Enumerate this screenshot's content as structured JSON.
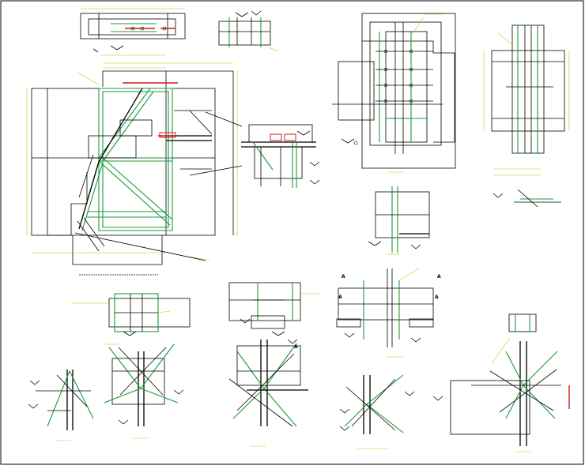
{
  "drawing": {
    "border_color": "#000000",
    "line_color": "#000000",
    "member_color": "#1a9a3a",
    "dimension_color": "#c8c800",
    "highlight_color": "#d01818",
    "section_markers": [
      "A",
      "A",
      "A",
      "A",
      "A"
    ]
  },
  "views": [
    {
      "id": "top-plan-view"
    },
    {
      "id": "small-section-view"
    },
    {
      "id": "main-elevation-view"
    },
    {
      "id": "bracket-detail-view"
    },
    {
      "id": "column-plan-view"
    },
    {
      "id": "right-plan-view"
    },
    {
      "id": "mid-small-detail-view"
    },
    {
      "id": "node-detail-1"
    },
    {
      "id": "node-detail-2"
    },
    {
      "id": "node-detail-3"
    },
    {
      "id": "node-detail-4"
    },
    {
      "id": "node-detail-5"
    },
    {
      "id": "node-detail-6"
    },
    {
      "id": "node-detail-7"
    },
    {
      "id": "node-detail-8"
    },
    {
      "id": "node-detail-9"
    }
  ]
}
